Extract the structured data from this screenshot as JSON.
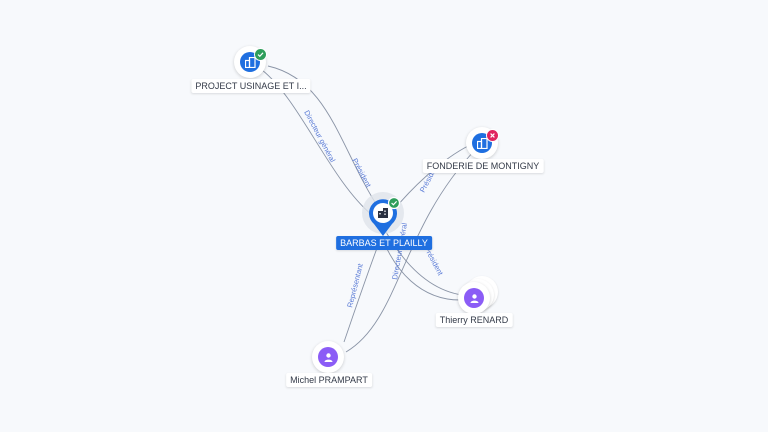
{
  "nodes": {
    "main": {
      "label": "BARBAS ET PLAILLY",
      "type": "company",
      "status": "active"
    },
    "project": {
      "label": "PROJECT USINAGE ET I...",
      "type": "company",
      "status": "active"
    },
    "fonderie": {
      "label": "FONDERIE DE MONTIGNY",
      "type": "company",
      "status": "closed"
    },
    "thierry": {
      "label": "Thierry RENARD",
      "type": "person"
    },
    "michel": {
      "label": "Michel PRAMPART",
      "type": "person"
    }
  },
  "edges": {
    "project_main_director": "Directeur général",
    "project_main_president": "Président",
    "fonderie_main_president": "Président",
    "michel_main_representant": "Représentant",
    "michel_fonderie_director": "Directeur général",
    "thierry_main_president": "Président"
  },
  "colors": {
    "company": "#1f6fe0",
    "person": "#8b5cf6",
    "active_badge": "#2e9e5b",
    "closed_badge": "#e0245e",
    "edge": "#8a94a6",
    "edge_label": "#5a7bd6"
  }
}
